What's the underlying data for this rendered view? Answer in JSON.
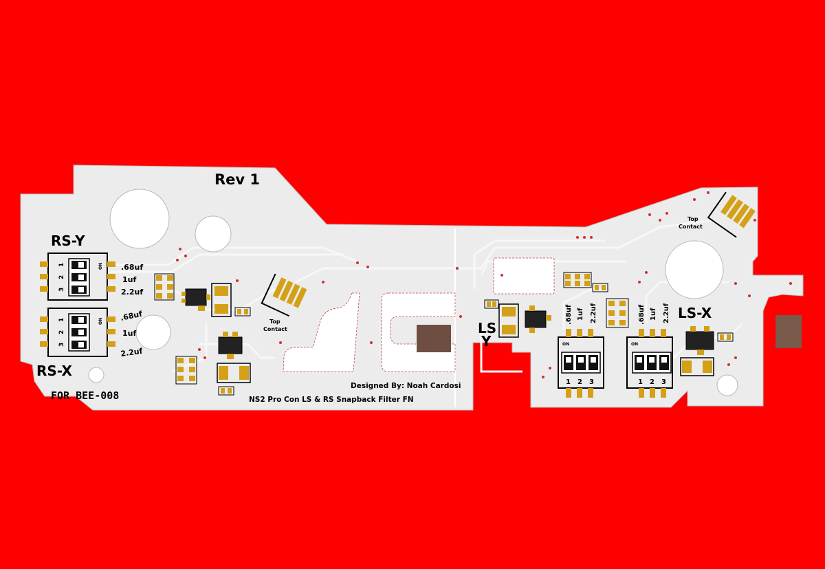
{
  "board": {
    "background_color": "#ff0000",
    "board_color": "#ececec",
    "pad_color": "#d4a017",
    "revision": "Rev 1",
    "left_header_top": "RS-Y",
    "left_header_bottom": "RS-X",
    "footer_left": "FOR BEE-008",
    "designer": "Designed By: Noah Cardosi",
    "product": "NS2 Pro Con LS & RS Snapback Filter FN",
    "right_label": "LS-X",
    "mid_label_line1": "LS",
    "mid_label_line2": "Y",
    "top_contact_line1": "Top",
    "top_contact_line2": "Contact",
    "dip_on": "ON",
    "pos_1": "1",
    "pos_2": "2",
    "pos_3": "3",
    "cap_1": ".68uf",
    "cap_2": "1uf",
    "cap_3": "2.2uf"
  }
}
